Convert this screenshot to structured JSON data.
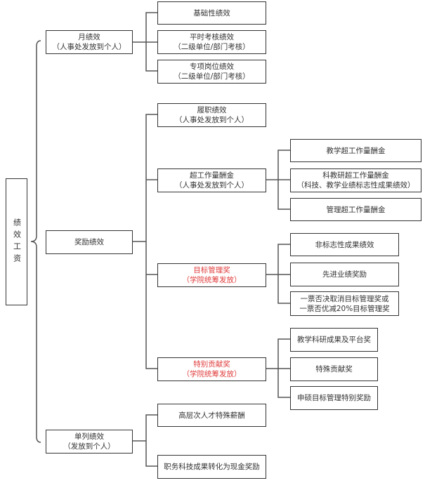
{
  "root": {
    "label": "绩效工资"
  },
  "level1": [
    {
      "line1": "月绩效",
      "line2": "（人事处发放到个人）"
    },
    {
      "line1": "奖励绩效",
      "line2": ""
    },
    {
      "line1": "单列绩效",
      "line2": "（发放到个人）"
    }
  ],
  "monthly_children": [
    {
      "line1": "基础性绩效",
      "line2": ""
    },
    {
      "line1": "平时考核绩效",
      "line2": "（二级单位/部门考核）"
    },
    {
      "line1": "专项岗位绩效",
      "line2": "（二级单位/部门考核）"
    }
  ],
  "reward_children": [
    {
      "line1": "履职绩效",
      "line2": "（人事处发放到个人）",
      "highlight": false
    },
    {
      "line1": "超工作量酬金",
      "line2": "（人事处发放到个人）",
      "highlight": false
    },
    {
      "line1": "目标管理奖",
      "line2": "（学院统筹发放）",
      "highlight": true
    },
    {
      "line1": "特别贡献奖",
      "line2": "（学院统筹发放）",
      "highlight": true
    }
  ],
  "overload_children": [
    {
      "line1": "教学超工作量酬金",
      "line2": ""
    },
    {
      "line1": "科教研超工作量酬金",
      "line2": "（科技、教学业绩标志性成果绩效）"
    },
    {
      "line1": "管理超工作量酬金",
      "line2": ""
    }
  ],
  "target_children": [
    {
      "line1": "非标志性成果绩效",
      "line2": ""
    },
    {
      "line1": "先进业绩奖励",
      "line2": ""
    },
    {
      "line1": "一票否决取消目标管理奖或",
      "line2": "一票否优减20%目标管理奖"
    }
  ],
  "special_children": [
    {
      "line1": "教学科研成果及平台奖",
      "line2": ""
    },
    {
      "line1": "特殊贡献奖",
      "line2": ""
    },
    {
      "line1": "申硕目标管理特别奖励",
      "line2": ""
    }
  ],
  "separate_children": [
    {
      "line1": "高层次人才特殊薪酬",
      "line2": ""
    },
    {
      "line1": "职务科技成果转化为现金奖励",
      "line2": ""
    }
  ],
  "colors": {
    "highlight": "#e03c3c",
    "border": "#333333"
  }
}
